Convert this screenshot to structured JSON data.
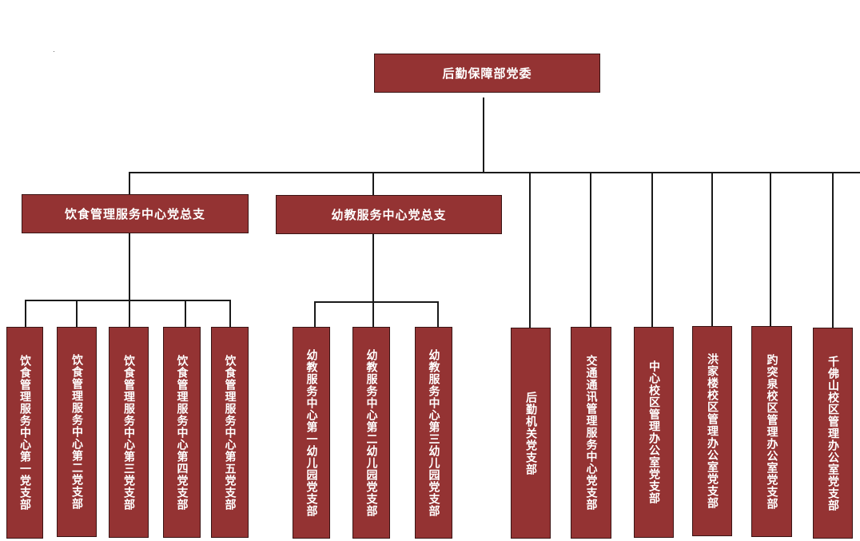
{
  "root": {
    "label": "后勤保障部党委"
  },
  "general_branches": [
    {
      "label": "饮食管理服务中心党总支",
      "children": [
        "饮食管理服务中心第一党支部",
        "饮食管理服务中心第二党支部",
        "饮食管理服务中心第三党支部",
        "饮食管理服务中心第四党支部",
        "饮食管理服务中心第五党支部"
      ]
    },
    {
      "label": "幼教服务中心党总支",
      "children": [
        "幼教服务中心第一幼儿园党支部",
        "幼教服务中心第二幼儿园党支部",
        "幼教服务中心第三幼儿园党支部"
      ]
    }
  ],
  "direct_branches": [
    "后勤机关党支部",
    "交通通讯管理服务中心党支部",
    "中心校区管理办公室党支部",
    "洪家楼校区管理办公室党支部",
    "趵突泉校区管理办公室党支部",
    "千佛山校区管理办公室党支部"
  ],
  "colors": {
    "box_fill": "#943333",
    "box_text": "#ffffff",
    "connector": "#1a1a1a"
  }
}
